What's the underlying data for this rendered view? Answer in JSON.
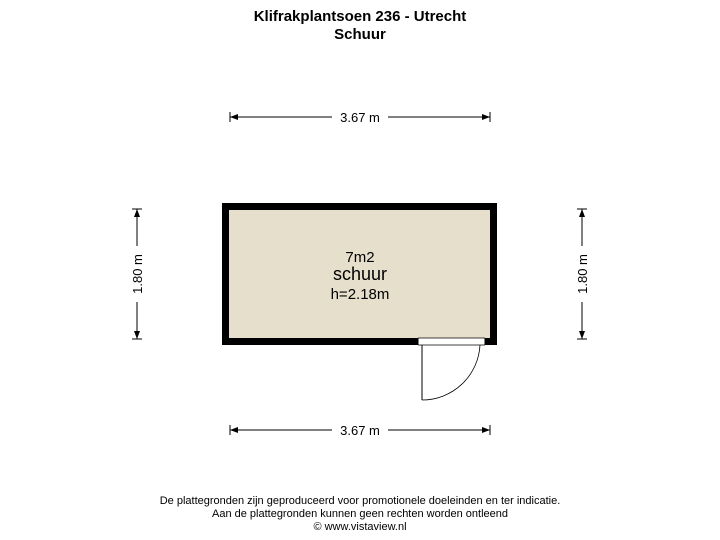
{
  "header": {
    "address": "Klifrakplantsoen 236 - Utrecht",
    "subtitle": "Schuur"
  },
  "dimensions": {
    "top_width": "3.67 m",
    "bottom_width": "3.67 m",
    "left_height": "1.80 m",
    "right_height": "1.80 m"
  },
  "room": {
    "area": "7m2",
    "name": "schuur",
    "height": "h=2.18m",
    "fill_color": "#e6dfcc",
    "wall_color": "#000000"
  },
  "footer": {
    "line1": "De plattegronden zijn geproduceerd voor promotionele doeleinden en ter indicatie.",
    "line2": "Aan de plattegronden kunnen geen rechten worden ontleend",
    "line3": "© www.vistaview.nl"
  }
}
